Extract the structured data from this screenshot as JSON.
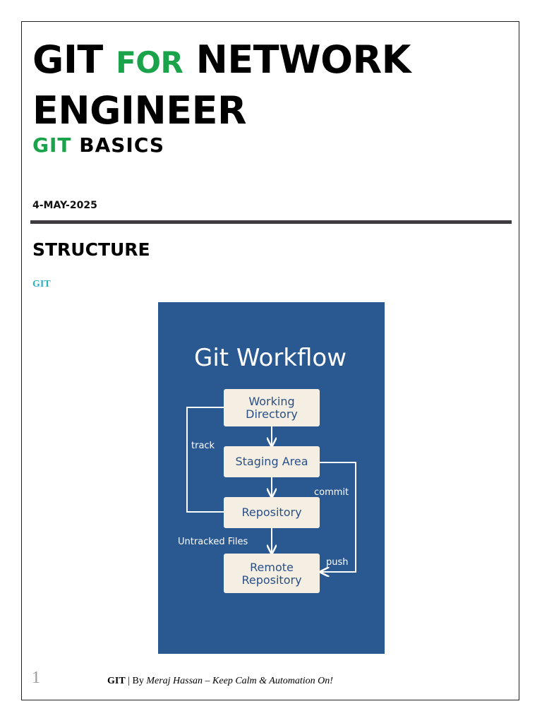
{
  "header": {
    "title_part1": "GIT",
    "title_for": "FOR",
    "title_part2": "NETWORK",
    "title_line2": "ENGINEER",
    "subtitle_git": "GIT",
    "subtitle_rest": "BASICS",
    "date": "4-MAY-2025"
  },
  "section": {
    "heading": "STRUCTURE",
    "sub_label": "GIT"
  },
  "figure": {
    "title": "Git Workflow",
    "nodes": {
      "working_line1": "Working",
      "working_line2": "Directory",
      "staging": "Staging Area",
      "repository": "Repository",
      "remote_line1": "Remote",
      "remote_line2": "Repository"
    },
    "edge_labels": {
      "track": "track",
      "commit": "commit",
      "untracked": "Untracked Files",
      "push": "push"
    },
    "colors": {
      "background": "#2a5891",
      "box": "#f4efe2",
      "box_text": "#2a4f86",
      "lines": "#ffffff"
    }
  },
  "footer": {
    "page_number": "1",
    "doc": "GIT",
    "sep": " | By ",
    "author_tagline": "Meraj Hassan – Keep Calm & Automation On!"
  }
}
